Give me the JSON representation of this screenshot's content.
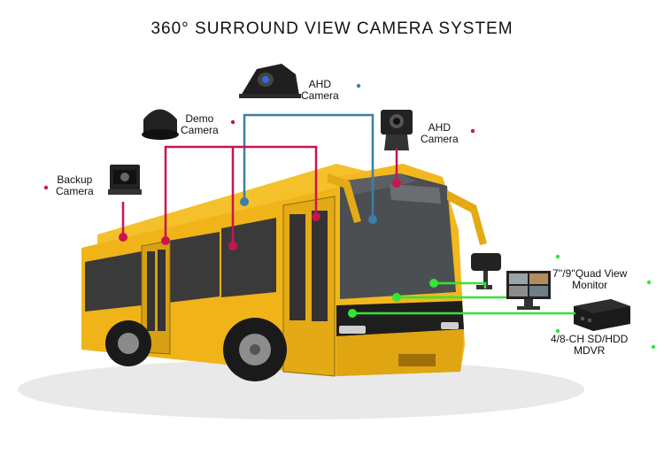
{
  "title": "360° SURROUND VIEW CAMERA SYSTEM",
  "labels": {
    "ahd_top": [
      "AHD",
      "Camera"
    ],
    "demo": [
      "Demo",
      "Camera"
    ],
    "ahd_right": [
      "AHD",
      "Camera"
    ],
    "backup": [
      "Backup",
      "Camera"
    ],
    "monitor": [
      "7''/9''Quad View",
      "Monitor"
    ],
    "mdvr": [
      "4/8-CH SD/HDD",
      "MDVR"
    ]
  },
  "colors": {
    "camera_line_red": "#c8154f",
    "camera_line_blue": "#3b7ea6",
    "monitor_line_green": "#34e534",
    "bus_body": "#f0b419",
    "bus_dark": "#2a2a2a"
  }
}
